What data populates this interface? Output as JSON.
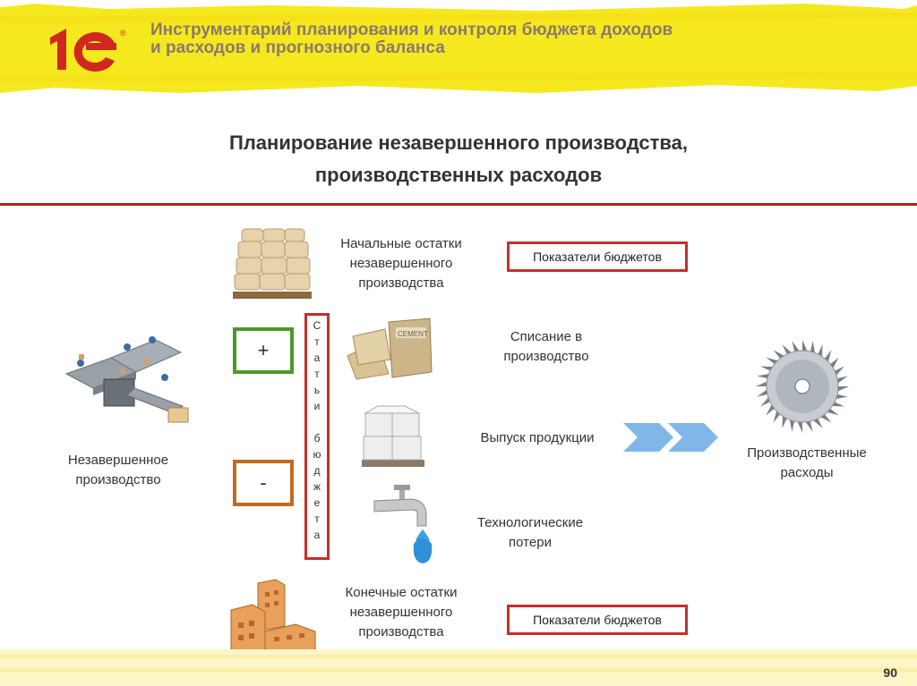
{
  "header": {
    "logo_text": "1С",
    "title": "Инструментарий планирования и контроля бюджета доходов и расходов и прогнозного баланса"
  },
  "slide_title_line1": "Планирование незавершенного производства,",
  "slide_title_line2": "производственных расходов",
  "nodes": {
    "opening_balance": [
      "Начальные остатки",
      "незавершенного",
      "производства"
    ],
    "writeoff": [
      "Списание в",
      "производство"
    ],
    "output": "Выпуск продукции",
    "losses": [
      "Технологические",
      "потери"
    ],
    "closing_balance": [
      "Конечные остатки",
      "незавершенного",
      "производства"
    ],
    "wip": [
      "Незавершенное",
      "производство"
    ],
    "prod_costs": [
      "Производственные",
      "расходы"
    ]
  },
  "budget_indicators_label": "Показатели бюджетов",
  "plus_sign": "+",
  "minus_sign": "-",
  "budget_items_vertical": [
    "С",
    "т",
    "а",
    "т",
    "ь",
    "и",
    "",
    "б",
    "ю",
    "д",
    "ж",
    "е",
    "т",
    "а"
  ],
  "page_number": "90",
  "colors": {
    "accent_red": "#c4302b",
    "plus_green": "#4a9a2a",
    "minus_orange": "#c46a1e",
    "arrow_blue": "#7fb8e8",
    "header_yellow": "#f6e81e"
  }
}
